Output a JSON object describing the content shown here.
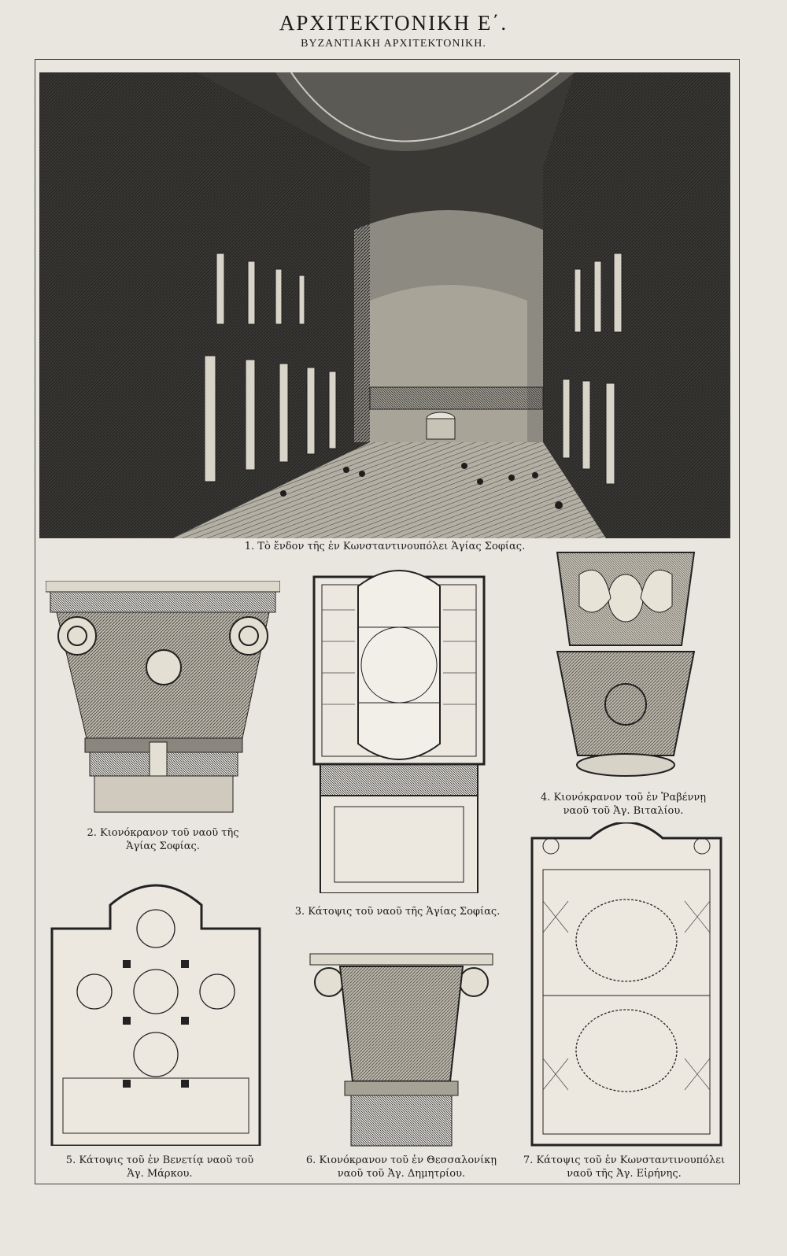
{
  "header": {
    "title": "ΑΡΧΙΤΕΚΤΟΝΙΚΗ Ε΄.",
    "subtitle": "ΒΥΖΑΝΤΙΑΚΗ ΑΡΧΙΤΕΚΤΟΝΙΚΗ."
  },
  "figures": [
    {
      "caption": "1. Τὸ ἔνδον τῆς ἐν Κωνσταντινουπόλει Ἁγίας Σοφίας."
    },
    {
      "caption_line1": "2. Κιονόκρανον τοῦ ναοῦ τῆς",
      "caption_line2": "Ἁγίας Σοφίας."
    },
    {
      "caption": "3. Κάτοψις τοῦ ναοῦ τῆς Ἁγίας Σοφίας."
    },
    {
      "caption_line1": "4. Κιονόκρανον τοῦ ἐν Ῥαβέννῃ",
      "caption_line2": "ναοῦ τοῦ Ἁγ. Βιταλίου."
    },
    {
      "caption_line1": "5. Κάτοψις τοῦ ἐν Βενετίᾳ ναοῦ τοῦ",
      "caption_line2": "Ἁγ. Μάρκου."
    },
    {
      "caption_line1": "6. Κιονόκρανον τοῦ ἐν Θεσσαλονίκῃ",
      "caption_line2": "ναοῦ τοῦ Ἁγ. Δημητρίου."
    },
    {
      "caption_line1": "7. Κάτοψις τοῦ ἐν Κωνσταντινουπόλει",
      "caption_line2": "ναοῦ τῆς Ἁγ. Εἰρήνης."
    }
  ]
}
